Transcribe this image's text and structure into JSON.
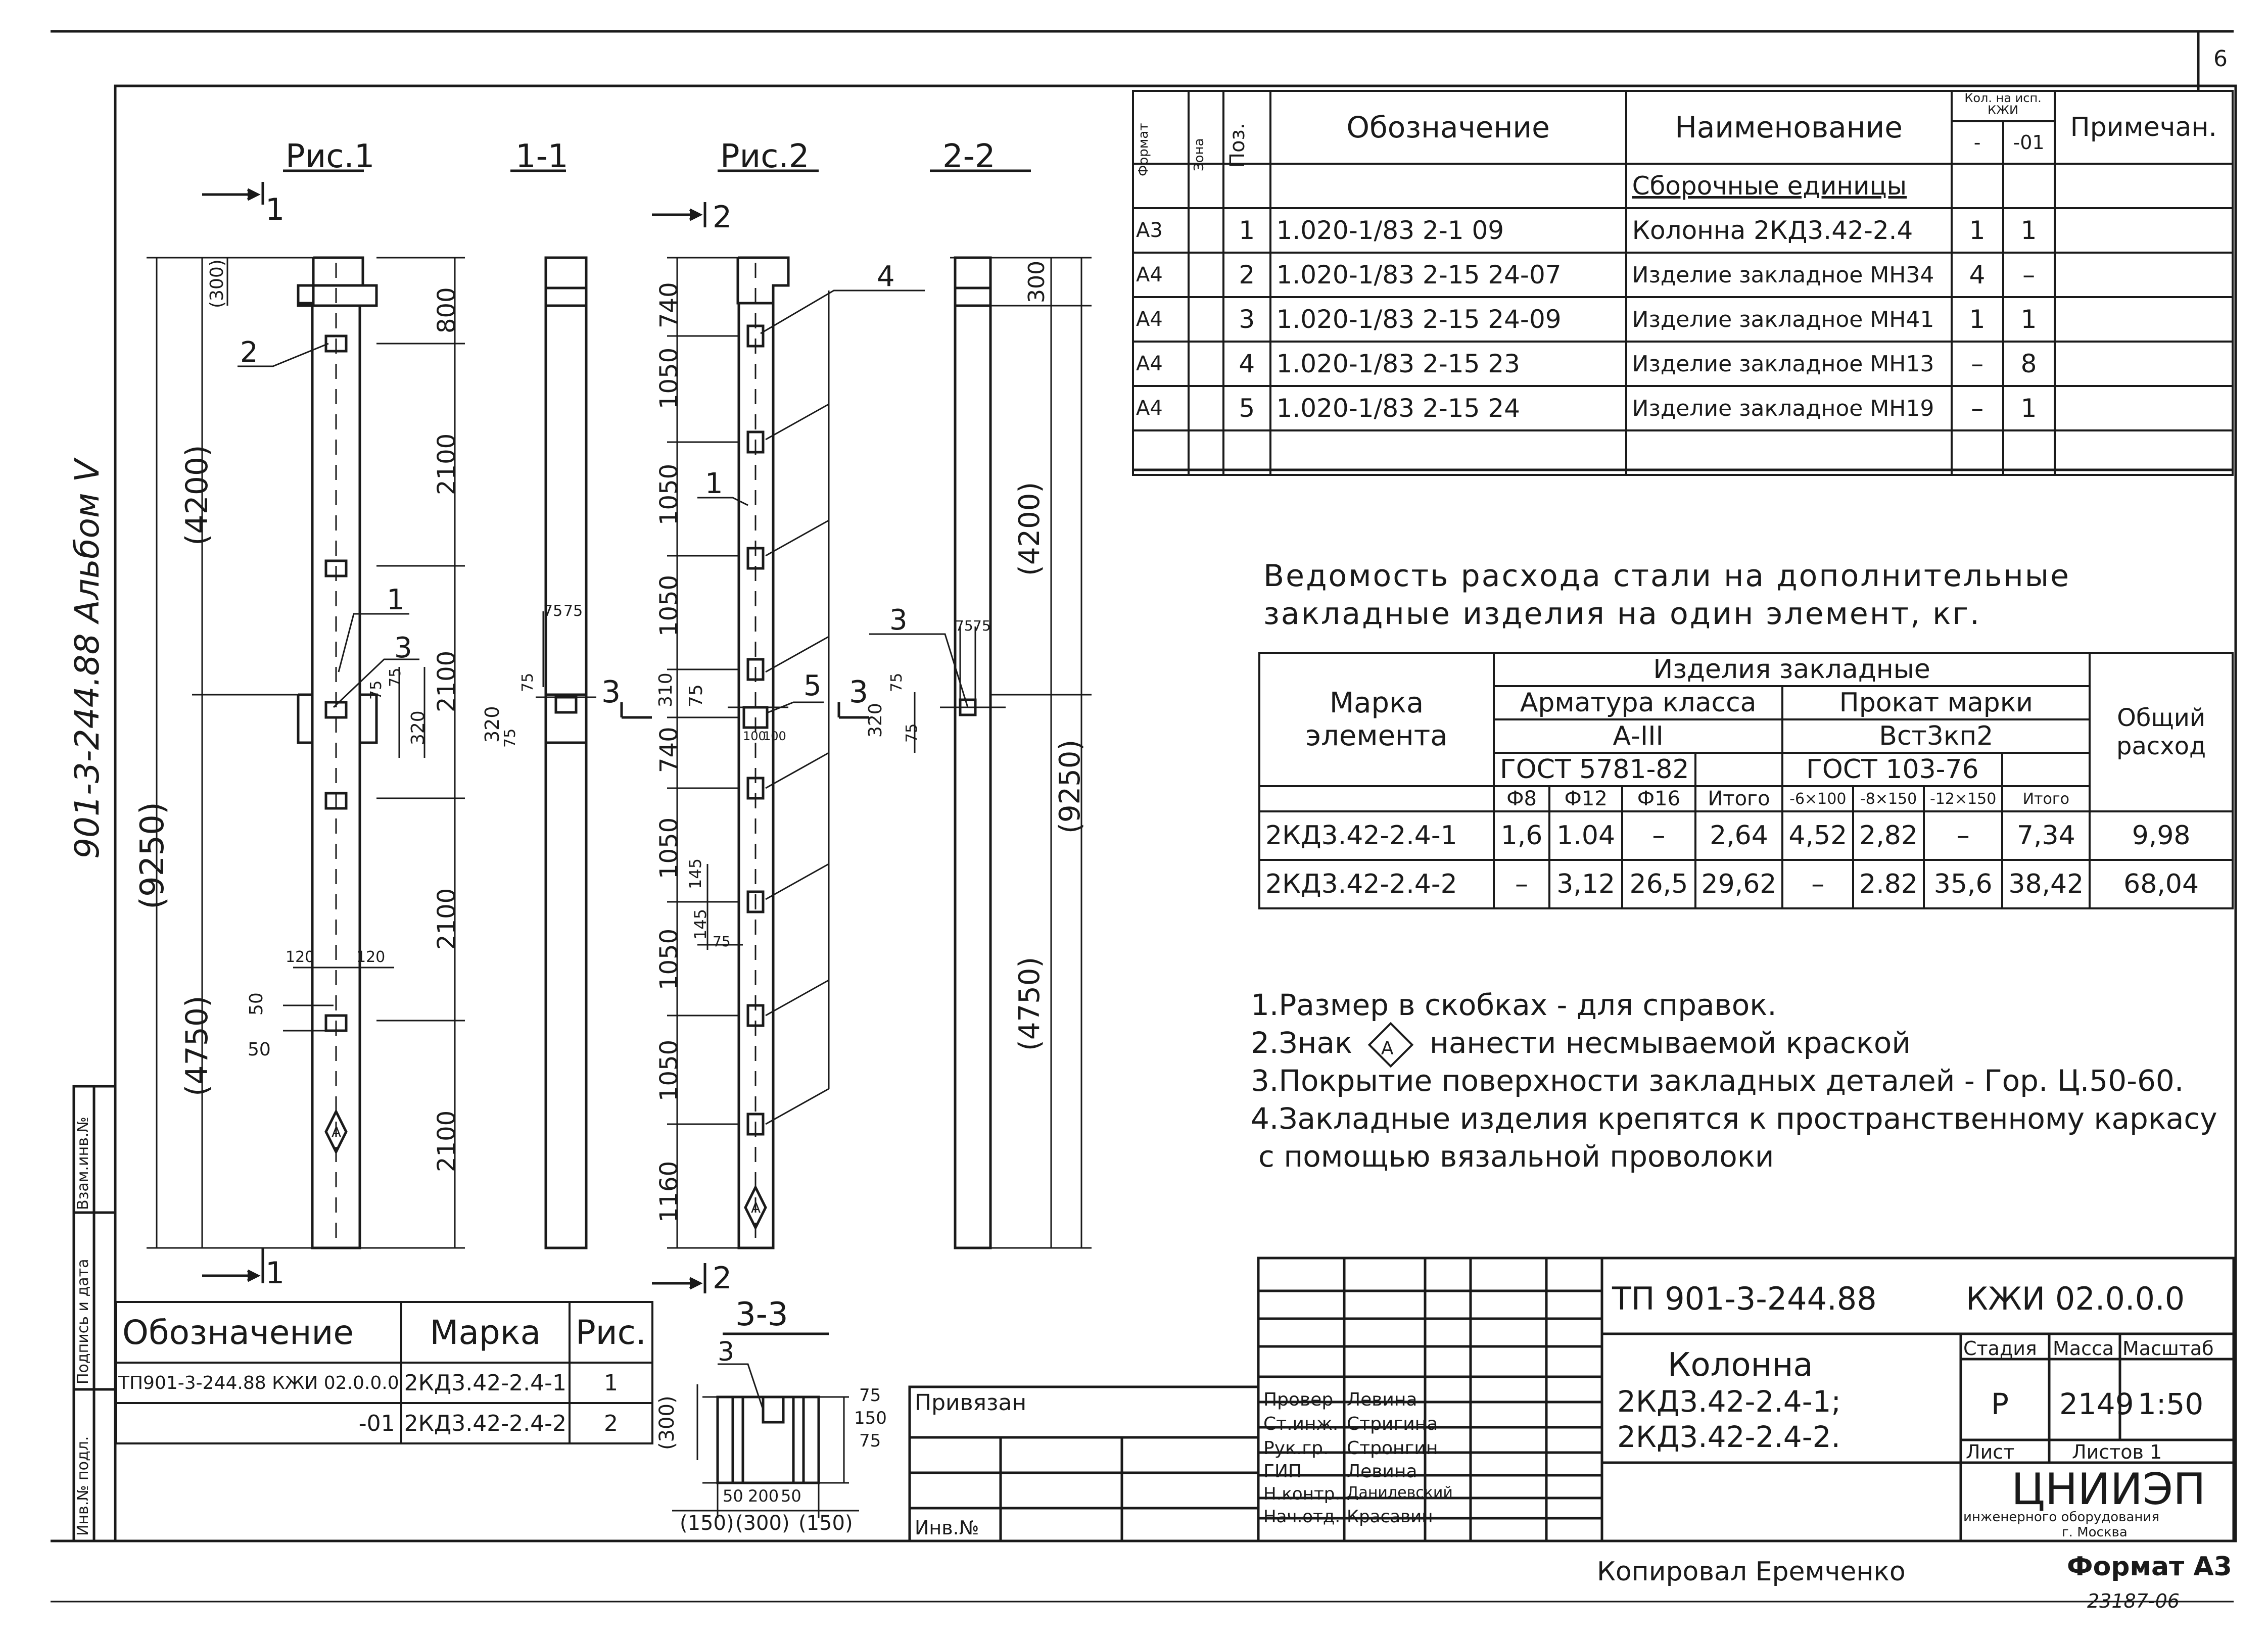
{
  "page_number": "6",
  "album": "901-3-244.88 Альбом V",
  "side_stamp": [
    "Инв.№ подл.",
    "Подпись и дата",
    "Взам.инв.№"
  ],
  "figures": {
    "fig1": "Рис.1",
    "sec11": "1-1",
    "fig2": "Рис.2",
    "sec22": "2-2",
    "sec33": "3-3"
  },
  "fig1_dims": {
    "overall": "(9250)",
    "upper": "(4200)",
    "lower": "(4750)",
    "top_300": "(300)",
    "d800": "800",
    "d2100_a": "2100",
    "d2100_b": "2100",
    "d2100_c": "2100",
    "d2100_d": "2100",
    "d75": "75",
    "d75_b": "75",
    "d320": "320",
    "d120_a": "120",
    "d120_b": "120",
    "d50_a": "50",
    "d50_b": "50",
    "cut_mark": "1",
    "pos1": "1",
    "pos2": "2",
    "pos3": "3",
    "mark": "A"
  },
  "sec11_dims": {
    "d75a": "75",
    "d75b": "75",
    "d320": "320",
    "d75c": "75",
    "d75d": "75"
  },
  "fig2_dims": {
    "d740a": "740",
    "d1050a": "1050",
    "d1050b": "1050",
    "d1050c": "1050",
    "d310": "310",
    "d75": "75",
    "d740b": "740",
    "d1050d": "1050",
    "d1050e": "1050",
    "d1050f": "1050",
    "d1160": "1160",
    "d145a": "145",
    "d145b": "145",
    "d75b": "75",
    "d100a": "100",
    "d100b": "100",
    "cut_mark": "2",
    "cut3": "3",
    "pos1": "1",
    "pos4": "4",
    "pos5": "5",
    "mark": "A"
  },
  "sec22_dims": {
    "d300": "300",
    "d4200": "(4200)",
    "d9250": "(9250)",
    "d4750": "(4750)",
    "d320": "320",
    "d75a": "75",
    "d75b": "75",
    "d75c": "75",
    "d75d": "75",
    "pos3": "3",
    "cut3": "3"
  },
  "sec33_dims": {
    "d300": "(300)",
    "d75a": "75",
    "d150": "150",
    "d75b": "75",
    "d50a": "50",
    "d200": "200",
    "d50b": "50",
    "d150a": "(150)",
    "d300b": "(300)",
    "d150b": "(150)",
    "pos3": "3"
  },
  "spec_table": {
    "headers": {
      "format": "Формат",
      "zone": "Зона",
      "pos": "Поз.",
      "designation": "Обозначение",
      "name": "Наименование",
      "qty": "Кол. на исп. КЖИ",
      "qty_a": "-",
      "qty_b": "-01",
      "note": "Примечан."
    },
    "section": "Сборочные единицы",
    "rows": [
      {
        "format": "А3",
        "pos": "1",
        "designation": "1.020-1/83 2-1 09",
        "name": "Колонна 2КД3.42-2.4",
        "q1": "1",
        "q2": "1"
      },
      {
        "format": "А4",
        "pos": "2",
        "designation": "1.020-1/83 2-15 24-07",
        "name": "Изделие закладное МН34",
        "q1": "4",
        "q2": "–"
      },
      {
        "format": "А4",
        "pos": "3",
        "designation": "1.020-1/83 2-15 24-09",
        "name": "Изделие закладное МН41",
        "q1": "1",
        "q2": "1"
      },
      {
        "format": "А4",
        "pos": "4",
        "designation": "1.020-1/83 2-15 23",
        "name": "Изделие закладное МН13",
        "q1": "–",
        "q2": "8"
      },
      {
        "format": "А4",
        "pos": "5",
        "designation": "1.020-1/83 2-15 24",
        "name": "Изделие закладное МН19",
        "q1": "–",
        "q2": "1"
      }
    ]
  },
  "steel": {
    "title1": "Ведомость расхода стали на дополнительные",
    "title2": "закладные изделия на один элемент, кг.",
    "h_mark": "Марка элемента",
    "h_items": "Изделия закладные",
    "h_rebar": "Арматура класса",
    "h_rolled": "Прокат марки",
    "h_total": "Общий расход",
    "h_a3": "А-III",
    "h_vst": "Вст3кп2",
    "h_gost1": "ГОСТ 5781-82",
    "h_gost2": "ГОСТ 103-76",
    "cols": [
      "Ф8",
      "Ф12",
      "Ф16",
      "Итого",
      "-6×100",
      "-8×150",
      "-12×150",
      "Итого"
    ],
    "rows": [
      {
        "mark": "2КД3.42-2.4-1",
        "vals": [
          "1,6",
          "1.04",
          "–",
          "2,64",
          "4,52",
          "2,82",
          "–",
          "7,34"
        ],
        "total": "9,98"
      },
      {
        "mark": "2КД3.42-2.4-2",
        "vals": [
          "–",
          "3,12",
          "26,5",
          "29,62",
          "–",
          "2.82",
          "35,6",
          "38,42"
        ],
        "total": "68,04"
      }
    ]
  },
  "notes": [
    "1.Размер в скобках - для справок.",
    "2.Знак",
    "нанести несмываемой краской",
    "3.Покрытие поверхности закладных деталей - Гор. Ц.50-60.",
    "4.Закладные изделия крепятся к пространственному каркасу",
    "с помощью вязальной проволоки"
  ],
  "note_mark": "А",
  "marks_table": {
    "h_design": "Обозначение",
    "h_mark": "Марка",
    "h_fig": "Рис.",
    "rows": [
      {
        "design": "ТП901-3-244.88 КЖИ 02.0.0.0",
        "mark": "2КД3.42-2.4-1",
        "fig": "1"
      },
      {
        "design": "-01",
        "mark": "2КД3.42-2.4-2",
        "fig": "2"
      }
    ]
  },
  "privyazan": "Привязан",
  "inv_no": "Инв.№",
  "title_block": {
    "code": "ТП 901-3-244.88",
    "doc": "КЖИ 02.0.0.0",
    "name1": "Колонна",
    "name2": "2КД3.42-2.4-1;",
    "name3": "2КД3.42-2.4-2.",
    "stage_h": "Стадия",
    "mass_h": "Масса",
    "scale_h": "Масштаб",
    "stage": "Р",
    "mass": "2149",
    "scale": "1:50",
    "sheet": "Лист",
    "sheets": "Листов 1",
    "org1": "ЦНИИЭП",
    "org2": "инженерного оборудования",
    "org3": "г. Москва",
    "roles": [
      {
        "role": "Провер",
        "name": "Левина"
      },
      {
        "role": "Ст.инж.",
        "name": "Стригина"
      },
      {
        "role": "Рук.гр.",
        "name": "Стронгин"
      },
      {
        "role": "ГИП",
        "name": "Левина"
      },
      {
        "role": "Н.контр.",
        "name": "Данилевский"
      },
      {
        "role": "Нач.отд.",
        "name": "Красавин"
      }
    ]
  },
  "copied": "Копировал Еремченко",
  "format": "Формат А3",
  "archive_no": "23187-06"
}
